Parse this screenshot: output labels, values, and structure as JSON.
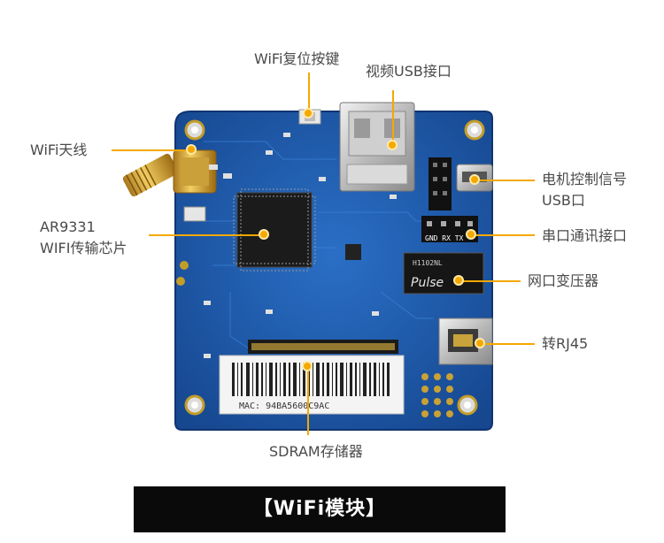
{
  "labels": {
    "wifi_reset_button": "WiFi复位按键",
    "video_usb_port": "视频USB接口",
    "wifi_antenna": "WiFi天线",
    "chip_line1": "AR9331",
    "chip_line2": "WIFI传输芯片",
    "motor_usb_line1": "电机控制信号",
    "motor_usb_line2": "USB口",
    "serial_port": "串口通讯接口",
    "network_transformer": "网口变压器",
    "rj45": "转RJ45",
    "sdram": "SDRAM存储器"
  },
  "board": {
    "mac_label": "MAC: 94BA5600C9AC",
    "serial_header_text": "GND RX TX",
    "transformer_text": "Pulse",
    "transformer_code": "H1102NL"
  },
  "banner": {
    "title": "【WiFi模块】"
  },
  "colors": {
    "accent": "#f5a800",
    "board": "#1f5fb5",
    "banner_bg": "#0a0a0a"
  }
}
